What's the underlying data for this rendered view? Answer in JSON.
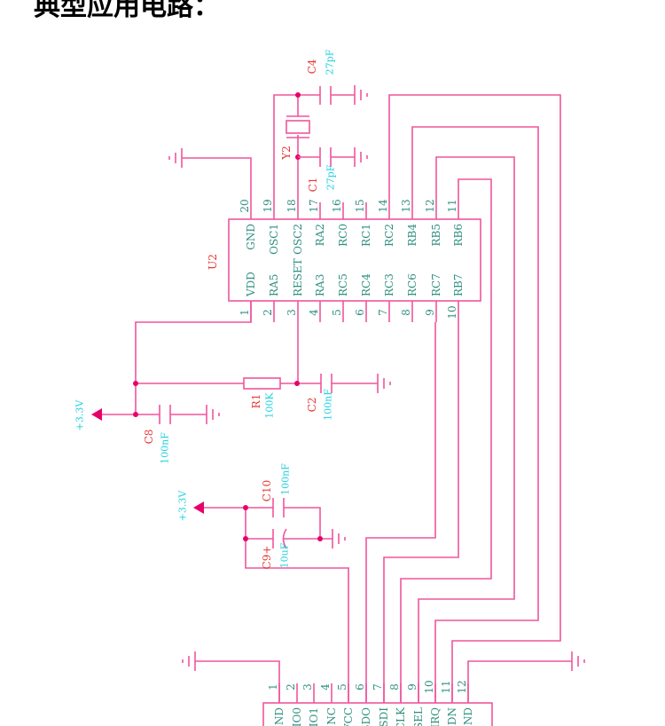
{
  "title": "典型应用电路：",
  "colors": {
    "wire": "#f0559c",
    "junction": "#e8006a",
    "pin_text": "#2f8f80",
    "ref": "#e83838",
    "value": "#22d0e0"
  },
  "u2": {
    "ref": "U2",
    "top_pins": [
      {
        "num": "20",
        "name": "GND"
      },
      {
        "num": "19",
        "name": "OSC1"
      },
      {
        "num": "18",
        "name": "OSC2"
      },
      {
        "num": "17",
        "name": "RA2"
      },
      {
        "num": "16",
        "name": "RC0"
      },
      {
        "num": "15",
        "name": "RC1"
      },
      {
        "num": "14",
        "name": "RC2"
      },
      {
        "num": "13",
        "name": "RB4"
      },
      {
        "num": "12",
        "name": "RB5"
      },
      {
        "num": "11",
        "name": "RB6"
      }
    ],
    "bottom_pins": [
      {
        "num": "1",
        "name": "VDD"
      },
      {
        "num": "2",
        "name": "RA5"
      },
      {
        "num": "3",
        "name": "RESET"
      },
      {
        "num": "4",
        "name": "RA3"
      },
      {
        "num": "5",
        "name": "RC5"
      },
      {
        "num": "6",
        "name": "RC4"
      },
      {
        "num": "7",
        "name": "RC3"
      },
      {
        "num": "8",
        "name": "RC6"
      },
      {
        "num": "9",
        "name": "RC7"
      },
      {
        "num": "10",
        "name": "RB7"
      }
    ]
  },
  "module": {
    "pins": [
      {
        "num": "1",
        "name": "GND"
      },
      {
        "num": "2",
        "name": "IO0"
      },
      {
        "num": "3",
        "name": "IO1"
      },
      {
        "num": "4",
        "name": "NC"
      },
      {
        "num": "5",
        "name": "VCC"
      },
      {
        "num": "6",
        "name": "SDO"
      },
      {
        "num": "7",
        "name": "SDI"
      },
      {
        "num": "8",
        "name": "SCLK"
      },
      {
        "num": "9",
        "name": "SEL"
      },
      {
        "num": "10",
        "name": "IRQ"
      },
      {
        "num": "11",
        "name": "SDN"
      },
      {
        "num": "12",
        "name": "GND"
      }
    ]
  },
  "components": {
    "c4": {
      "ref": "C4",
      "value": "27pF"
    },
    "y2": {
      "ref": "Y2"
    },
    "c1": {
      "ref": "C1",
      "value": "27pF"
    },
    "r1": {
      "ref": "R1",
      "value": "100K"
    },
    "c2": {
      "ref": "C2",
      "value": "100nF"
    },
    "c8": {
      "ref": "C8",
      "value": "100nF"
    },
    "c10": {
      "ref": "C10",
      "value": "100nF"
    },
    "c9": {
      "ref": "C9+",
      "value": "10uF"
    }
  },
  "power": {
    "vcc1": "+3.3V",
    "vcc2": "+3.3V"
  }
}
